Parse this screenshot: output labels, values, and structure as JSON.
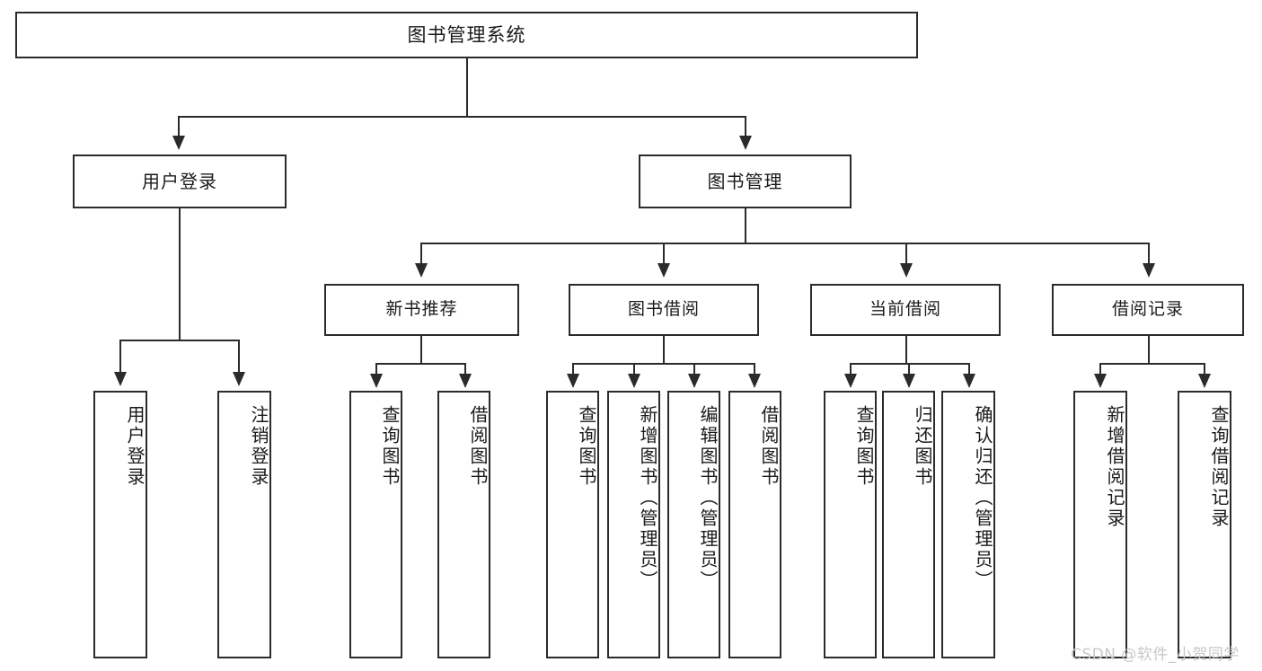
{
  "diagram": {
    "type": "tree",
    "title": "图书管理系统 功能结构图",
    "colors": {
      "stroke": "#2b2b2b",
      "fill": "#ffffff",
      "text": "#1a1a1a",
      "watermark": "#c8c8c8"
    },
    "root": {
      "label": "图书管理系统"
    },
    "level2": [
      {
        "label": "用户登录"
      },
      {
        "label": "图书管理"
      }
    ],
    "level3": [
      {
        "label": "新书推荐"
      },
      {
        "label": "图书借阅"
      },
      {
        "label": "当前借阅"
      },
      {
        "label": "借阅记录"
      }
    ],
    "leaves": {
      "user_login": [
        {
          "label": "用户登录"
        },
        {
          "label": "注销登录"
        }
      ],
      "new_book_recommend": [
        {
          "label": "查询图书"
        },
        {
          "label": "借阅图书"
        }
      ],
      "book_borrow": [
        {
          "label": "查询图书"
        },
        {
          "label": "新增图书（管理员）"
        },
        {
          "label": "编辑图书（管理员）"
        },
        {
          "label": "借阅图书"
        }
      ],
      "current_borrow": [
        {
          "label": "查询图书"
        },
        {
          "label": "归还图书"
        },
        {
          "label": "确认归还（管理员）"
        }
      ],
      "borrow_record": [
        {
          "label": "新增借阅记录"
        },
        {
          "label": "查询借阅记录"
        }
      ]
    }
  },
  "watermark": {
    "text": "CSDN @软件_小贺同学"
  }
}
